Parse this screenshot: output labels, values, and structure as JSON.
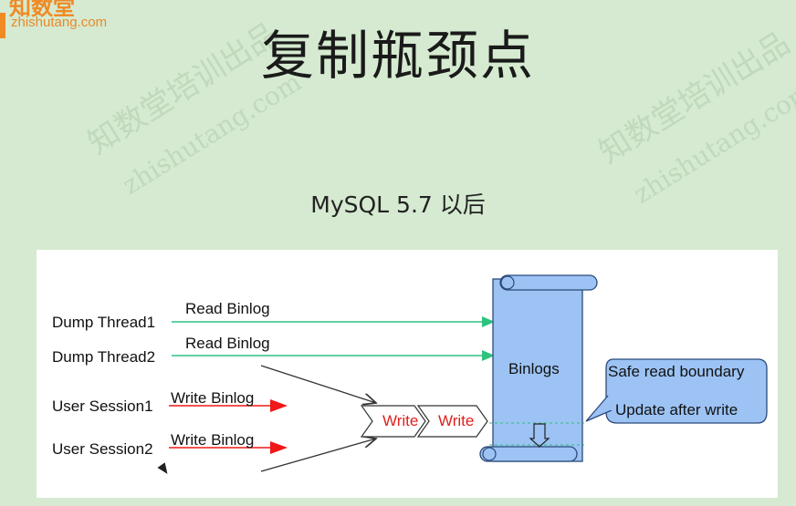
{
  "header": {
    "logo_text": "知数堂",
    "logo_url": "zhishutang.com",
    "title": "复制瓶颈点",
    "subtitle": "MySQL 5.7 以后"
  },
  "watermark": {
    "text1": "知数堂培训出品",
    "text2": "zhishutang.com"
  },
  "diagram": {
    "dump_thread_1": "Dump Thread1",
    "dump_thread_2": "Dump Thread2",
    "user_session_1": "User Session1",
    "user_session_2": "User Session2",
    "read_binlog_1": "Read Binlog",
    "read_binlog_2": "Read Binlog",
    "write_binlog_1": "Write Binlog",
    "write_binlog_2": "Write Binlog",
    "write_1": "Write",
    "write_2": "Write",
    "binlogs": "Binlogs",
    "callout_line1": "Safe read boundary",
    "callout_line2": "Update after write",
    "colors": {
      "read_arrow": "#2ec27e",
      "write_arrow": "#f01818",
      "binlog_fill": "#9cc3f4",
      "callout_fill": "#9cc3f4"
    }
  }
}
